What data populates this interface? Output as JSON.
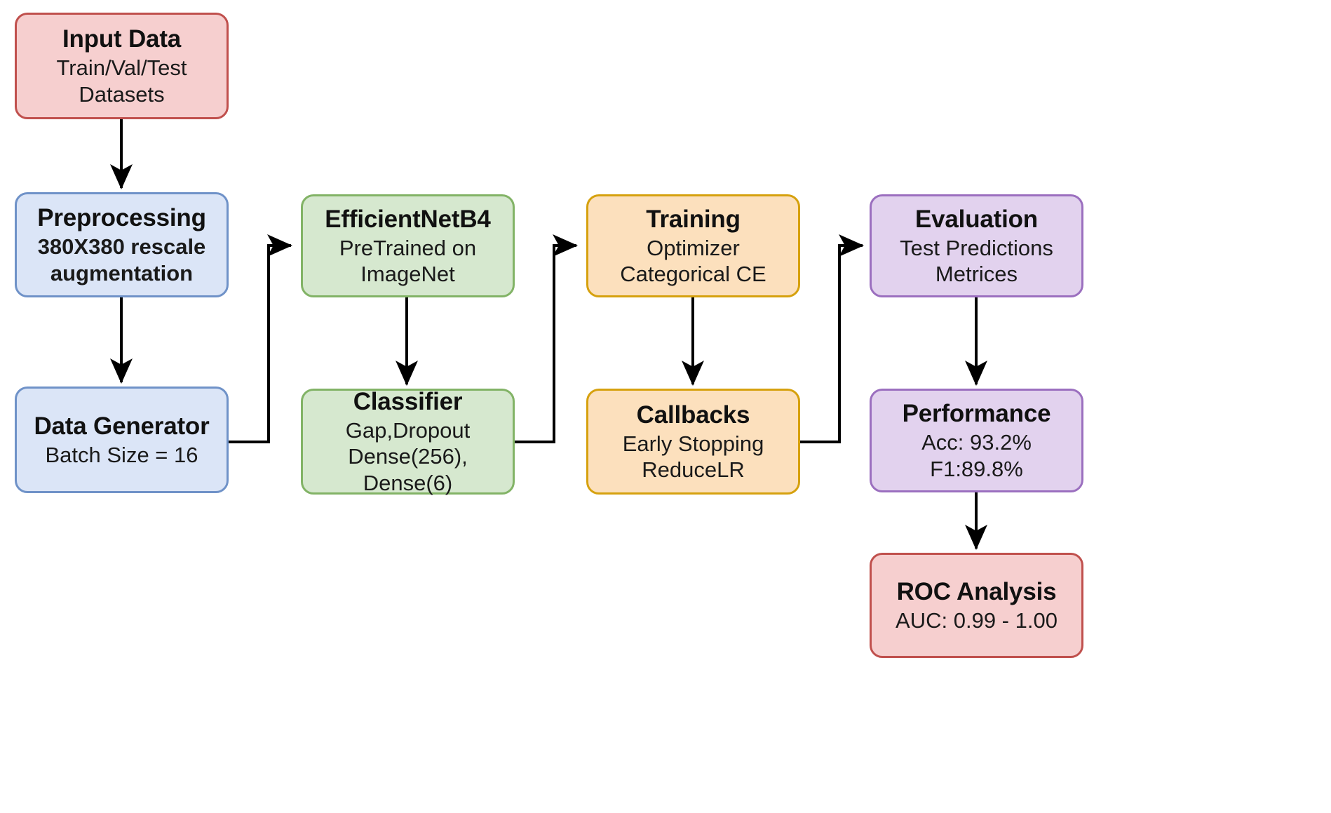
{
  "diagram": {
    "type": "flowchart",
    "title": "Deep learning training pipeline flowchart",
    "background": "#ffffff",
    "edge_color": "#000000",
    "palette": {
      "red_fill": "#f6cfcf",
      "red_stroke": "#c0504d",
      "blue_fill": "#dbe5f7",
      "blue_stroke": "#6f92c8",
      "green_fill": "#d6e8cf",
      "green_stroke": "#82b366",
      "orange_fill": "#fce0bd",
      "orange_stroke": "#d6a10e",
      "purple_fill": "#e2d2ee",
      "purple_stroke": "#9b6fbf"
    }
  },
  "nodes": {
    "input_data": {
      "title": "Input Data",
      "sub": "Train/Val/Test\nDatasets"
    },
    "preprocessing": {
      "title": "Preprocessing",
      "sub": "380X380 rescale\naugmentation"
    },
    "data_generator": {
      "title": "Data Generator",
      "sub": "Batch Size = 16"
    },
    "efficientnetb4": {
      "title": "EfficientNetB4",
      "sub": "PreTrained on\nImageNet"
    },
    "classifier": {
      "title": "Classifier",
      "sub": "Gap,Dropout\nDense(256),\nDense(6)"
    },
    "training": {
      "title": "Training",
      "sub": "Optimizer\nCategorical CE"
    },
    "callbacks": {
      "title": "Callbacks",
      "sub": "Early Stopping\nReduceLR"
    },
    "evaluation": {
      "title": "Evaluation",
      "sub": "Test Predictions\nMetrices"
    },
    "performance": {
      "title": "Performance",
      "sub": "Acc: 93.2%\nF1:89.8%"
    },
    "roc_analysis": {
      "title": "ROC Analysis",
      "sub": "AUC: 0.99 - 1.00"
    }
  },
  "edges": [
    {
      "from": "input_data",
      "to": "preprocessing",
      "style": "straight-down"
    },
    {
      "from": "preprocessing",
      "to": "data_generator",
      "style": "straight-down"
    },
    {
      "from": "data_generator",
      "to": "efficientnetb4",
      "style": "elbow-right-up"
    },
    {
      "from": "efficientnetb4",
      "to": "classifier",
      "style": "straight-down"
    },
    {
      "from": "classifier",
      "to": "training",
      "style": "elbow-right-up"
    },
    {
      "from": "training",
      "to": "callbacks",
      "style": "straight-down"
    },
    {
      "from": "callbacks",
      "to": "evaluation",
      "style": "elbow-right-up"
    },
    {
      "from": "evaluation",
      "to": "performance",
      "style": "straight-down"
    },
    {
      "from": "performance",
      "to": "roc_analysis",
      "style": "straight-down"
    }
  ]
}
